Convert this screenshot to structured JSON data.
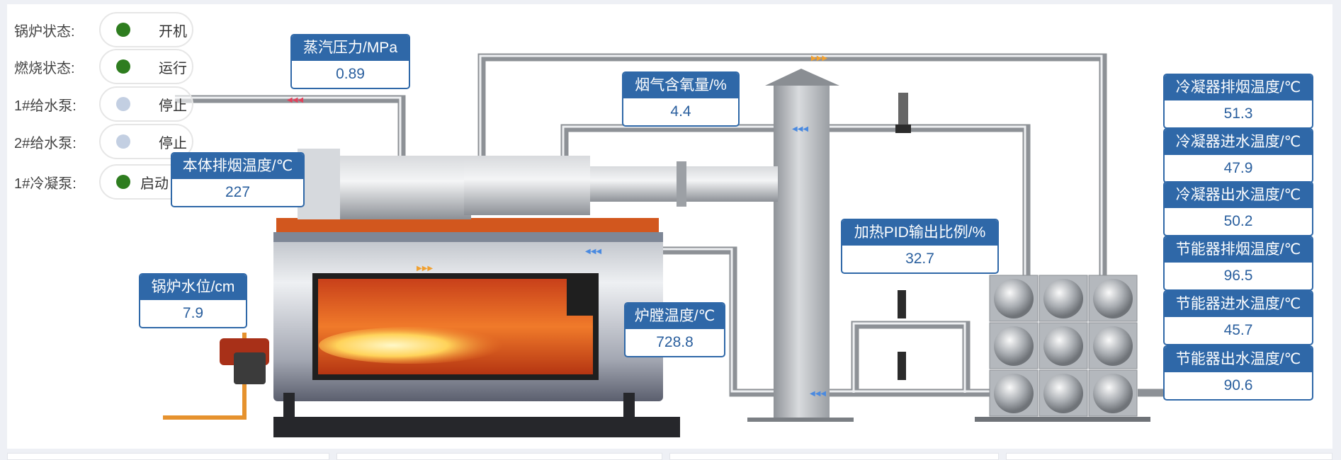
{
  "status": [
    {
      "label": "锅炉状态:",
      "value": "开机",
      "color": "#2e7d1f"
    },
    {
      "label": "燃烧状态:",
      "value": "运行",
      "color": "#2e7d1f"
    },
    {
      "label": "1#给水泵:",
      "value": "停止",
      "color": "#c3cfe2"
    },
    {
      "label": "2#给水泵:",
      "value": "停止",
      "color": "#c3cfe2"
    },
    {
      "label": "1#冷凝泵:",
      "value": "启动",
      "color": "#2e7d1f"
    }
  ],
  "gauges": {
    "steam_pressure": {
      "label": "蒸汽压力/MPa",
      "value": "0.89"
    },
    "body_exhaust_temp": {
      "label": "本体排烟温度/℃",
      "value": "227"
    },
    "flue_oxygen": {
      "label": "烟气含氧量/%",
      "value": "4.4"
    },
    "boiler_water_level": {
      "label": "锅炉水位/cm",
      "value": "7.9"
    },
    "furnace_temp": {
      "label": "炉膛温度/℃",
      "value": "728.8"
    },
    "heating_pid": {
      "label": "加热PID输出比例/%",
      "value": "32.7"
    },
    "condenser_exhaust_temp": {
      "label": "冷凝器排烟温度/℃",
      "value": "51.3"
    },
    "condenser_inlet_temp": {
      "label": "冷凝器进水温度/℃",
      "value": "47.9"
    },
    "condenser_outlet_temp": {
      "label": "冷凝器出水温度/℃",
      "value": "50.2"
    },
    "economizer_exhaust_temp": {
      "label": "节能器排烟温度/℃",
      "value": "96.5"
    },
    "economizer_inlet_temp": {
      "label": "节能器进水温度/℃",
      "value": "45.7"
    },
    "economizer_outlet_temp": {
      "label": "节能器出水温度/℃",
      "value": "90.6"
    }
  },
  "colors": {
    "accent": "#2f68a8",
    "running": "#2e7d1f",
    "stopped": "#c3cfe2"
  }
}
